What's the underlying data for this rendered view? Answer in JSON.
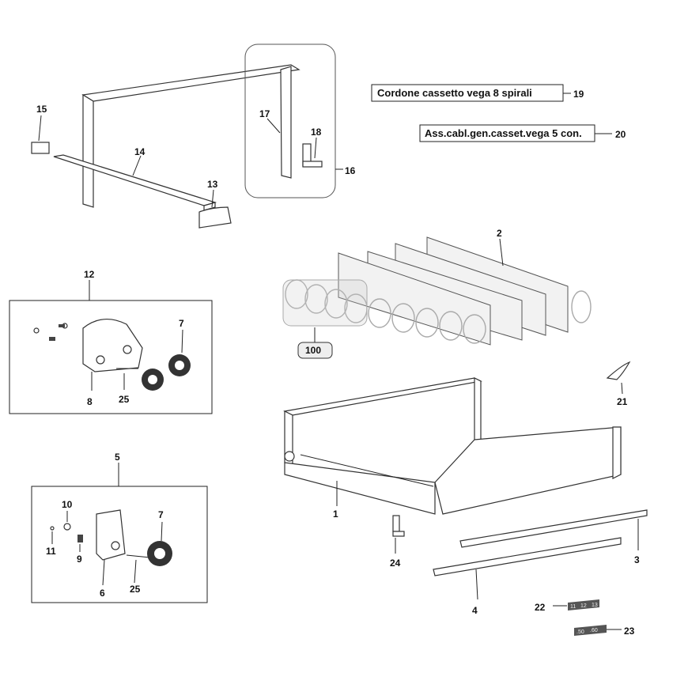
{
  "callouts": {
    "c1": "1",
    "c2": "2",
    "c3": "3",
    "c4": "4",
    "c5": "5",
    "c6": "6",
    "c7a": "7",
    "c7b": "7",
    "c8": "8",
    "c9": "9",
    "c10": "10",
    "c11": "11",
    "c12": "12",
    "c13": "13",
    "c14": "14",
    "c15": "15",
    "c16": "16",
    "c17": "17",
    "c18": "18",
    "c19": "19",
    "c20": "20",
    "c21": "21",
    "c22": "22",
    "c23": "23",
    "c24": "24",
    "c25a": "25",
    "c25b": "25",
    "c100": "100"
  },
  "labels": {
    "cable_19": "Cordone cassetto vega 8 spirali",
    "cable_20": "Ass.cabl.gen.casset.vega 5 con."
  },
  "tags": {
    "tag22": [
      "11",
      "12",
      "13"
    ],
    "tag23": [
      ".50",
      ".60"
    ]
  }
}
